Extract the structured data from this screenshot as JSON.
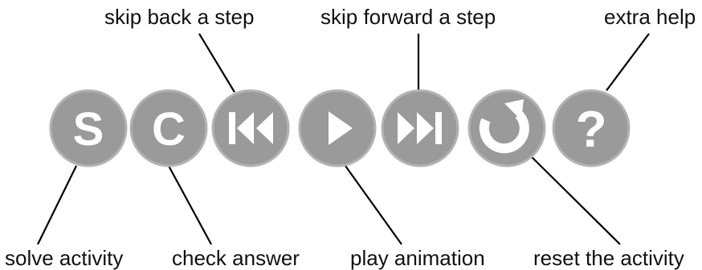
{
  "buttons": [
    {
      "id": "solve",
      "letter": "S",
      "icon": "solve-letter-s-icon"
    },
    {
      "id": "check",
      "letter": "C",
      "icon": "check-letter-c-icon"
    },
    {
      "id": "back",
      "icon": "skip-back-icon"
    },
    {
      "id": "play",
      "icon": "play-icon"
    },
    {
      "id": "forward",
      "icon": "skip-forward-icon"
    },
    {
      "id": "reset",
      "icon": "reset-arrow-icon"
    },
    {
      "id": "help",
      "letter": "?",
      "icon": "question-mark-icon"
    }
  ],
  "labels": {
    "skip_back": "skip back a step",
    "skip_forward": "skip forward a step",
    "extra_help": "extra help",
    "solve": "solve activity",
    "check": "check answer",
    "play": "play animation",
    "reset": "reset the activity"
  },
  "colors": {
    "button_fill": "#9a9a9a",
    "button_rim": "#b3b3b3",
    "glyph": "#ffffff",
    "text": "#111111",
    "line": "#000000"
  }
}
